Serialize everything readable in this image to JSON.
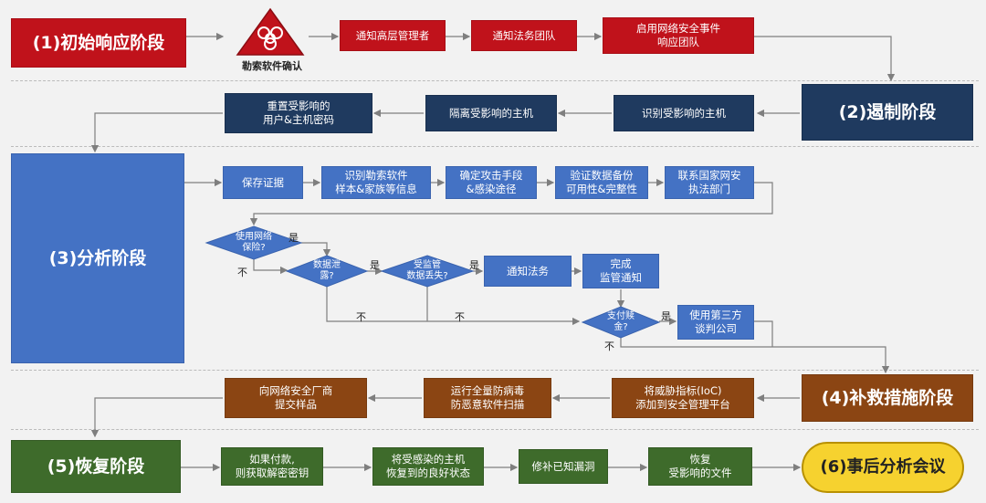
{
  "phases": {
    "p1": "(1)初始响应阶段",
    "p2": "(2)遏制阶段",
    "p3": "(3)分析阶段",
    "p4": "(4)补救措施阶段",
    "p5": "(5)恢复阶段",
    "p6": "(6)事后分析会议"
  },
  "ransom_confirm": "勒索软件确认",
  "row1": [
    "通知高层管理者",
    "通知法务团队",
    "启用网络安全事件\n响应团队"
  ],
  "row2": [
    "识别受影响的主机",
    "隔离受影响的主机",
    "重置受影响的\n用户&主机密码"
  ],
  "row3": [
    "保存证据",
    "识别勒索软件\n样本&家族等信息",
    "确定攻击手段\n&感染途径",
    "验证数据备份\n可用性&完整性",
    "联系国家网安\n执法部门"
  ],
  "diamonds": {
    "insurance": "使用网络\n保险?",
    "leak": "数据泄\n露?",
    "reg": "受监管\n数据丢失?",
    "ransom": "支付赎\n金?"
  },
  "branch_boxes": [
    "通知法务",
    "完成\n监管通知",
    "使用第三方\n谈判公司"
  ],
  "yes": "是",
  "no": "不",
  "row4": [
    "将威胁指标(IoC)\n添加到安全管理平台",
    "运行全量防病毒\n防恶意软件扫描",
    "向网络安全厂商\n提交样品"
  ],
  "row5": [
    "如果付款,\n则获取解密密钥",
    "将受感染的主机\n恢复到的良好状态",
    "修补已知漏洞",
    "恢复\n受影响的文件"
  ],
  "colors": {
    "red": "#c0121b",
    "navy": "#1f3a5f",
    "blue": "#4472c4",
    "brown": "#8b4513",
    "green": "#3e6b2b",
    "yellow": "#f6d22f"
  },
  "icons": [
    "biohazard-warning-icon"
  ]
}
